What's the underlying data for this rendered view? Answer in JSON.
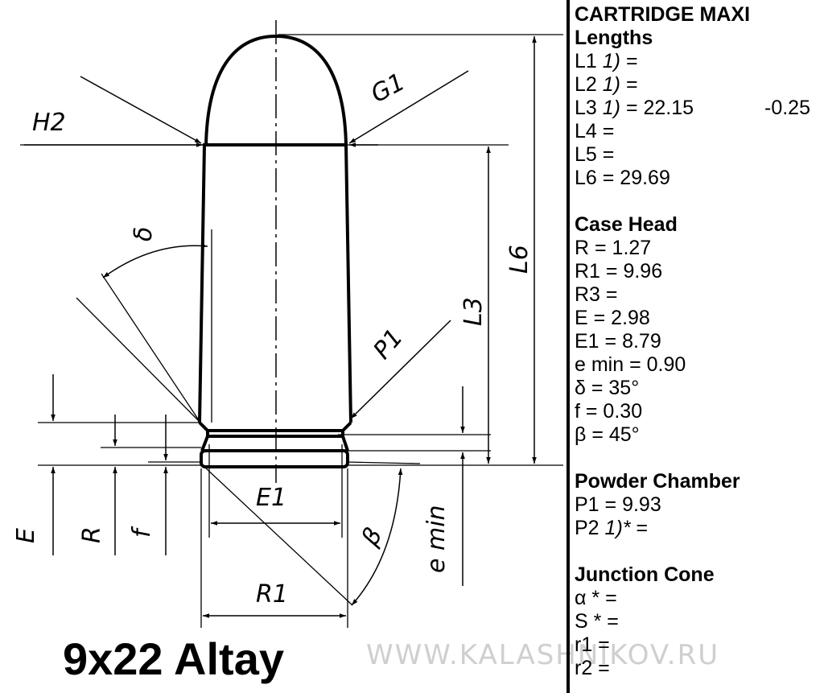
{
  "title": "9x22 Altay",
  "watermark": "WWW.KALASHNIKOV.RU",
  "labels": {
    "H2": "H2",
    "G1": "G1",
    "delta": "δ",
    "L6": "L6",
    "L3": "L3",
    "P1": "P1",
    "E": "E",
    "R": "R",
    "f": "f",
    "E1": "E1",
    "beta": "β",
    "e_min": "e min",
    "R1": "R1"
  },
  "spec": {
    "header": "CARTRIDGE MAXI",
    "lengths": {
      "title": "Lengths",
      "L1": "L1",
      "L1_note": "1)",
      "L1_tail": " =",
      "L2": "L2",
      "L2_note": "1)",
      "L2_tail": " =",
      "L3": "L3",
      "L3_note": "1)",
      "L3_tail": " = 22.15",
      "L3_tol": "-0.25",
      "L4": "L4 =",
      "L5": "L5 =",
      "L6": "L6 = 29.69"
    },
    "case_head": {
      "title": "Case Head",
      "items": [
        "R = 1.27",
        "R1 = 9.96",
        "R3 =",
        "E = 2.98",
        "E1 = 8.79",
        "e min = 0.90",
        "δ = 35°",
        "f = 0.30",
        "β = 45°"
      ]
    },
    "powder_chamber": {
      "title": "Powder Chamber",
      "P1": "P1 = 9.93",
      "P2": "P2",
      "P2_note": "1)*",
      "P2_tail": " ="
    },
    "junction_cone": {
      "title": "Junction Cone",
      "items": [
        "α * =",
        "S * =",
        "r2 ="
      ],
      "partial": "r1 ="
    }
  }
}
